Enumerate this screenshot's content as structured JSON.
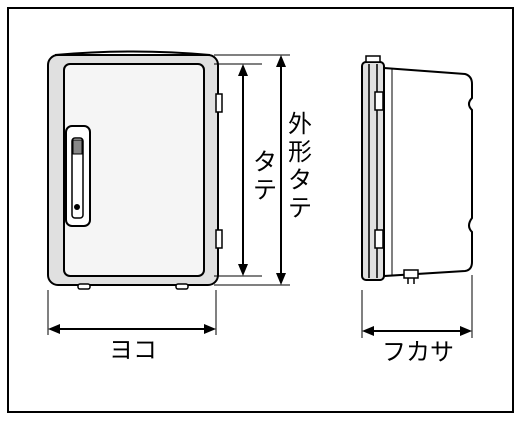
{
  "labels": {
    "width": "ヨコ",
    "depth": "フカサ",
    "height_inner": [
      "タ",
      "テ"
    ],
    "height_outer": [
      "外",
      "形",
      "タ",
      "テ"
    ]
  },
  "colors": {
    "line": "#000000",
    "panel": "#ffffff",
    "door": "#f2f2f2",
    "shade": "#cfcfcf"
  }
}
